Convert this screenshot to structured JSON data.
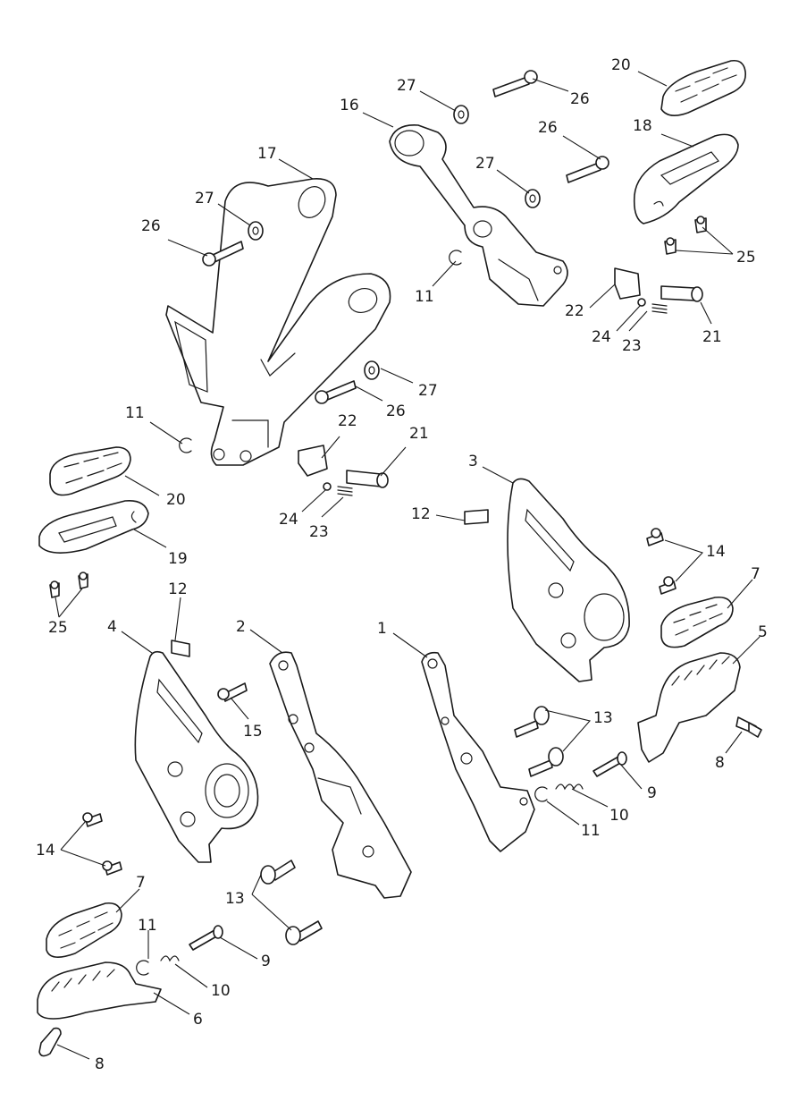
{
  "callouts": [
    {
      "id": "c1",
      "label": "1"
    },
    {
      "id": "c2",
      "label": "2"
    },
    {
      "id": "c3",
      "label": "3"
    },
    {
      "id": "c4",
      "label": "4"
    },
    {
      "id": "c5",
      "label": "5"
    },
    {
      "id": "c6",
      "label": "6"
    },
    {
      "id": "c7a",
      "label": "7"
    },
    {
      "id": "c7b",
      "label": "7"
    },
    {
      "id": "c8a",
      "label": "8"
    },
    {
      "id": "c8b",
      "label": "8"
    },
    {
      "id": "c9a",
      "label": "9"
    },
    {
      "id": "c9b",
      "label": "9"
    },
    {
      "id": "c10a",
      "label": "10"
    },
    {
      "id": "c10b",
      "label": "10"
    },
    {
      "id": "c11a",
      "label": "11"
    },
    {
      "id": "c11b",
      "label": "11"
    },
    {
      "id": "c11c",
      "label": "11"
    },
    {
      "id": "c11d",
      "label": "11"
    },
    {
      "id": "c12a",
      "label": "12"
    },
    {
      "id": "c12b",
      "label": "12"
    },
    {
      "id": "c13a",
      "label": "13"
    },
    {
      "id": "c13b",
      "label": "13"
    },
    {
      "id": "c14a",
      "label": "14"
    },
    {
      "id": "c14b",
      "label": "14"
    },
    {
      "id": "c15",
      "label": "15"
    },
    {
      "id": "c16",
      "label": "16"
    },
    {
      "id": "c17",
      "label": "17"
    },
    {
      "id": "c18",
      "label": "18"
    },
    {
      "id": "c19",
      "label": "19"
    },
    {
      "id": "c20a",
      "label": "20"
    },
    {
      "id": "c20b",
      "label": "20"
    },
    {
      "id": "c21a",
      "label": "21"
    },
    {
      "id": "c21b",
      "label": "21"
    },
    {
      "id": "c22a",
      "label": "22"
    },
    {
      "id": "c22b",
      "label": "22"
    },
    {
      "id": "c23a",
      "label": "23"
    },
    {
      "id": "c23b",
      "label": "23"
    },
    {
      "id": "c24a",
      "label": "24"
    },
    {
      "id": "c24b",
      "label": "24"
    },
    {
      "id": "c25a",
      "label": "25"
    },
    {
      "id": "c25b",
      "label": "25"
    },
    {
      "id": "c26a",
      "label": "26"
    },
    {
      "id": "c26b",
      "label": "26"
    },
    {
      "id": "c26c",
      "label": "26"
    },
    {
      "id": "c26d",
      "label": "26"
    },
    {
      "id": "c27a",
      "label": "27"
    },
    {
      "id": "c27b",
      "label": "27"
    },
    {
      "id": "c27c",
      "label": "27"
    },
    {
      "id": "c27d",
      "label": "27"
    }
  ]
}
